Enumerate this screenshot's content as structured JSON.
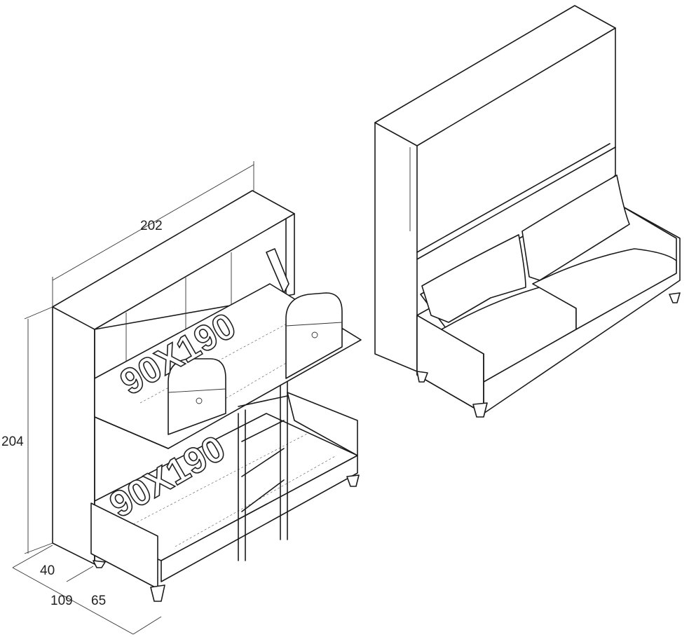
{
  "dimensions": {
    "width": "202",
    "height": "204",
    "depth_closed": "40",
    "depth_total": "109",
    "depth_bed": "65"
  },
  "mattress_labels": {
    "upper": "90X190",
    "lower": "90X190"
  }
}
